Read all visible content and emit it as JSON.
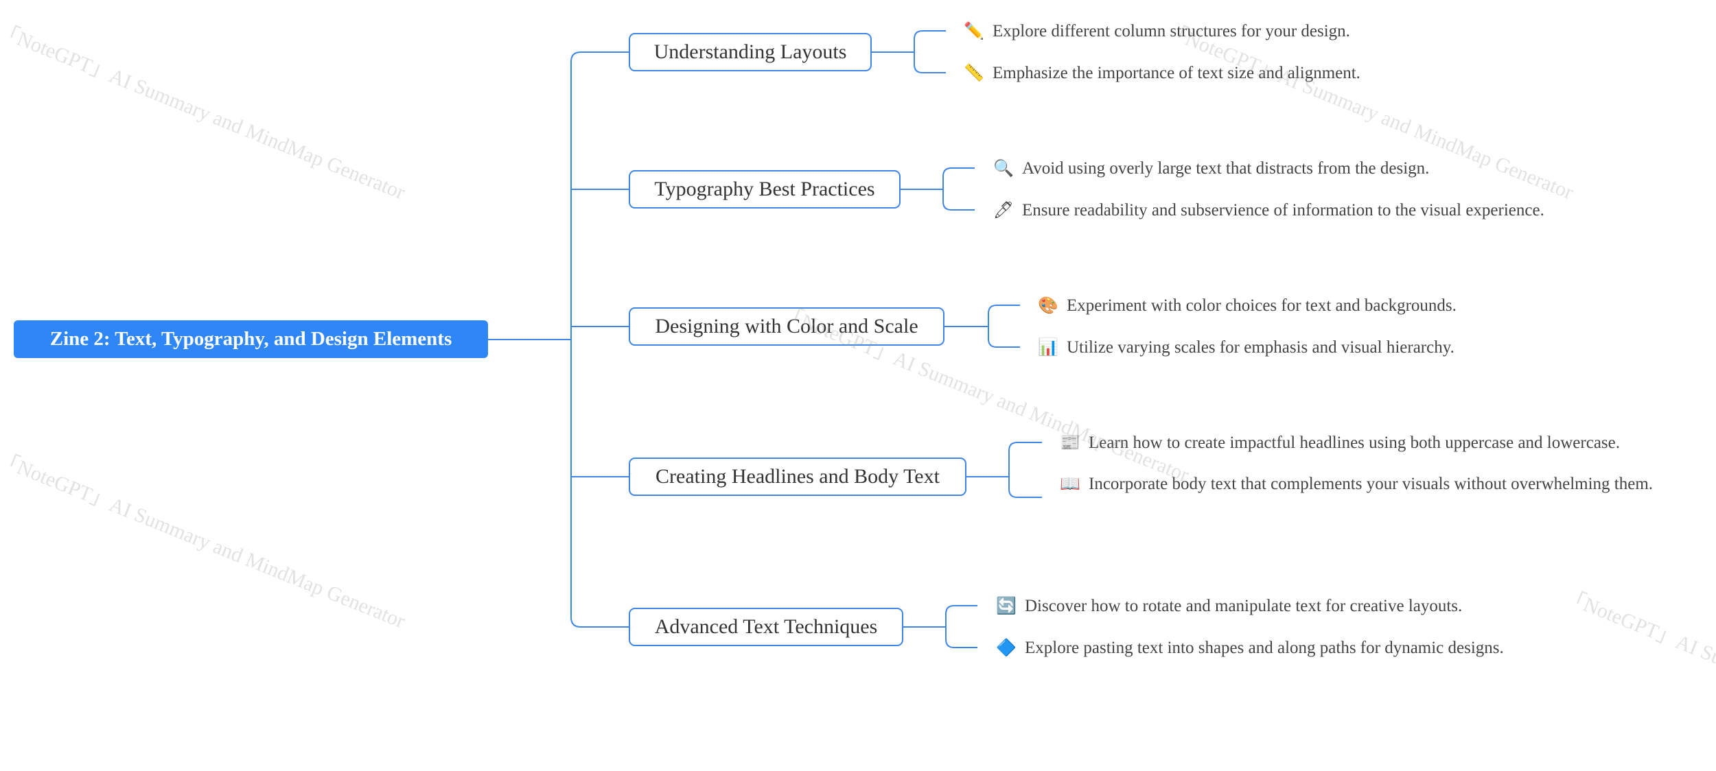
{
  "root": {
    "label": "Zine 2: Text, Typography, and Design Elements"
  },
  "branches": [
    {
      "label": "Understanding Layouts",
      "leaves": [
        {
          "icon": "pencil-icon",
          "glyph": "✏️",
          "text": "Explore different column structures for your design."
        },
        {
          "icon": "ruler-icon",
          "glyph": "📏",
          "text": "Emphasize the importance of text size and alignment."
        }
      ]
    },
    {
      "label": "Typography Best Practices",
      "leaves": [
        {
          "icon": "magnifier-icon",
          "glyph": "🔍",
          "text": "Avoid using overly large text that distracts from the design."
        },
        {
          "icon": "pen-icon",
          "glyph": "🖊",
          "text": "Ensure readability and subservience of information to the visual experience."
        }
      ]
    },
    {
      "label": "Designing with Color and Scale",
      "leaves": [
        {
          "icon": "palette-icon",
          "glyph": "🎨",
          "text": "Experiment with color choices for text and backgrounds."
        },
        {
          "icon": "bar-chart-icon",
          "glyph": "📊",
          "text": "Utilize varying scales for emphasis and visual hierarchy."
        }
      ]
    },
    {
      "label": "Creating Headlines and Body Text",
      "leaves": [
        {
          "icon": "newspaper-icon",
          "glyph": "📰",
          "text": "Learn how to create impactful headlines using both uppercase and lowercase."
        },
        {
          "icon": "open-book-icon",
          "glyph": "📖",
          "text": "Incorporate body text that complements your visuals without overwhelming them."
        }
      ]
    },
    {
      "label": "Advanced Text Techniques",
      "leaves": [
        {
          "icon": "rotate-arrows-icon",
          "glyph": "🔄",
          "text": "Discover how to rotate and manipulate text for creative layouts."
        },
        {
          "icon": "blue-diamond-icon",
          "glyph": "🔷",
          "text": "Explore pasting text into shapes and along paths for dynamic designs."
        }
      ]
    }
  ],
  "watermark": "「NoteGPT」AI Summary and MindMap Generator",
  "colors": {
    "root_fill": "#2f86f6",
    "connector": "#3d86e8",
    "topic_border": "#3d86e8",
    "text": "#333333"
  }
}
